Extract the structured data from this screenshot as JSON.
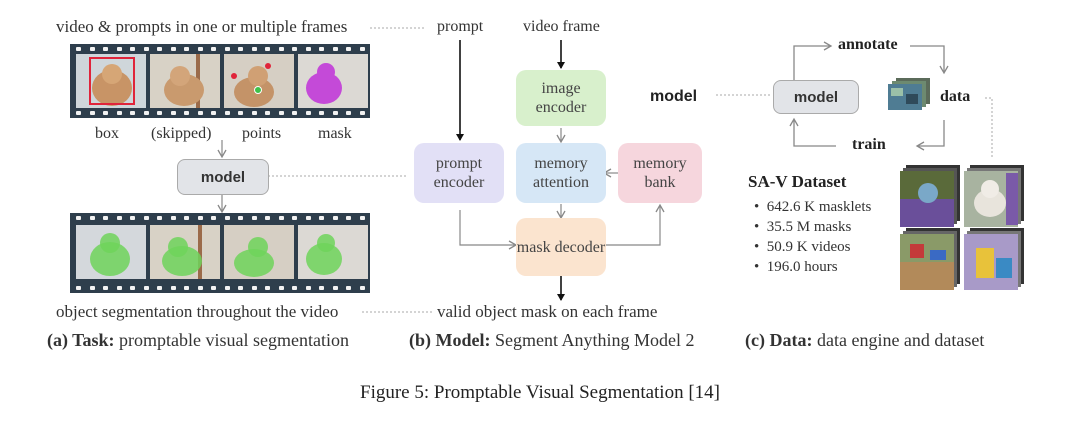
{
  "task": {
    "top_caption": "video & prompts in one or multiple frames",
    "frame_labels": [
      "box",
      "(skipped)",
      "points",
      "mask"
    ],
    "model_label": "model",
    "bottom_caption": "object segmentation throughout the video",
    "subcaption_bold": "(a) Task:",
    "subcaption_text": "promptable visual segmentation"
  },
  "model_panel": {
    "prompt_label": "prompt",
    "video_frame_label": "video frame",
    "title": "model",
    "image_encoder": "image encoder",
    "prompt_encoder": "prompt encoder",
    "memory_attention": "memory attention",
    "memory_bank": "memory bank",
    "mask_decoder": "mask decoder",
    "output_label": "valid object mask on each frame",
    "subcaption_bold": "(b) Model:",
    "subcaption_text": "Segment Anything Model 2"
  },
  "data_panel": {
    "annotate": "annotate",
    "model": "model",
    "data": "data",
    "train": "train",
    "dataset_title": "SA-V Dataset",
    "stats": [
      "642.6 K masklets",
      "35.5 M masks",
      "50.9 K videos",
      "196.0 hours"
    ],
    "subcaption_bold": "(c) Data:",
    "subcaption_text": "data engine and dataset"
  },
  "figure_caption": "Figure 5: Promptable Visual Segmentation [14]",
  "colors": {
    "image_encoder": "#d8f0cc",
    "prompt_encoder": "#e2e0f6",
    "memory_attention": "#d6e7f6",
    "memory_bank": "#f6d6dd",
    "mask_decoder": "#fbe4cf",
    "model_panel_bg": "#e6e8ec",
    "dataset_bg": "#e5f5df",
    "film_strip": "#2e3e4c",
    "mask_green": "#6fd35a",
    "mask_magenta": "#c44ad8"
  }
}
